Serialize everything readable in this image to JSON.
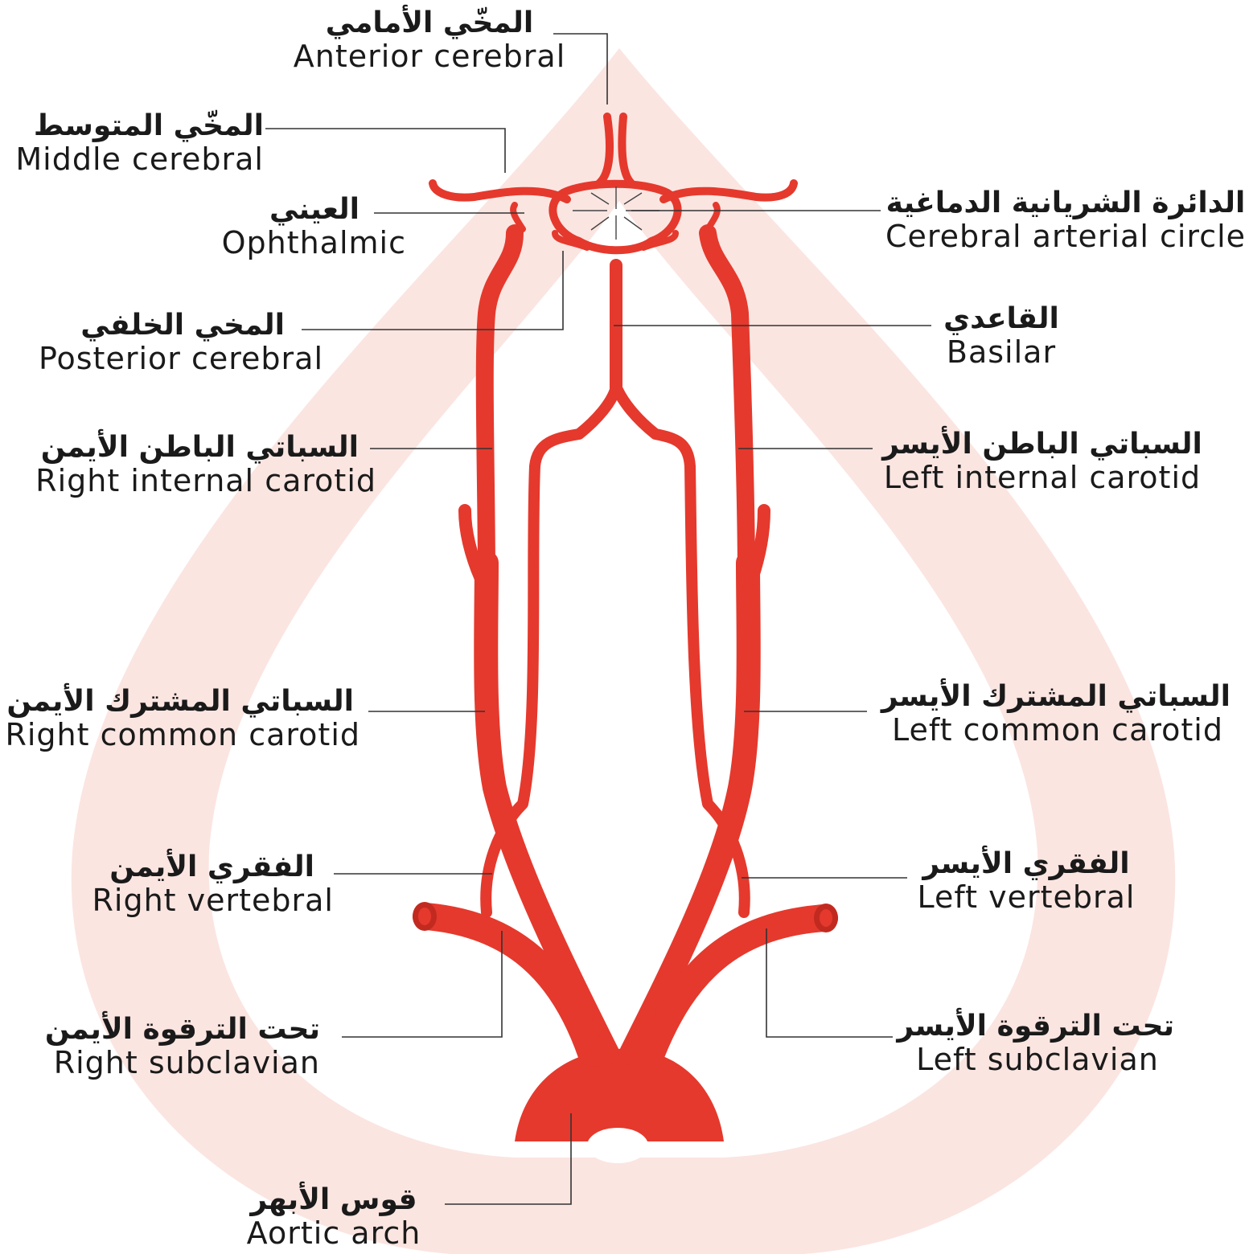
{
  "colors": {
    "artery": "#e5392d",
    "artery_highlight": "#f26a5c",
    "watermark": "#fbe5e1",
    "text": "#1a1a1a"
  },
  "labels": {
    "anterior_cerebral": {
      "ar": "المخّي الأمامي",
      "en": "Anterior cerebral"
    },
    "middle_cerebral": {
      "ar": "المخّي المتوسط",
      "en": "Middle cerebral"
    },
    "ophthalmic": {
      "ar": "العيني",
      "en": "Ophthalmic"
    },
    "posterior_cerebral": {
      "ar": "المخي الخلفي",
      "en": "Posterior cerebral"
    },
    "right_internal_carotid": {
      "ar": "السباتي الباطن الأيمن",
      "en": "Right internal carotid"
    },
    "right_common_carotid": {
      "ar": "السباتي المشترك الأيمن",
      "en": "Right common carotid"
    },
    "right_vertebral": {
      "ar": "الفقري الأيمن",
      "en": "Right vertebral"
    },
    "right_subclavian": {
      "ar": "تحت الترقوة الأيمن",
      "en": "Right subclavian"
    },
    "aortic_arch": {
      "ar": "قوس الأبهر",
      "en": "Aortic arch"
    },
    "cerebral_arterial_circle": {
      "ar": "الدائرة الشريانية الدماغية",
      "en": "Cerebral arterial circle"
    },
    "basilar": {
      "ar": "القاعدي",
      "en": "Basilar"
    },
    "left_internal_carotid": {
      "ar": "السباتي الباطن الأيسر",
      "en": "Left internal carotid"
    },
    "left_common_carotid": {
      "ar": "السباتي المشترك الأيسر",
      "en": "Left common carotid"
    },
    "left_vertebral": {
      "ar": "الفقري الأيسر",
      "en": "Left vertebral"
    },
    "left_subclavian": {
      "ar": "تحت الترقوة الأيسر",
      "en": "Left subclavian"
    }
  }
}
